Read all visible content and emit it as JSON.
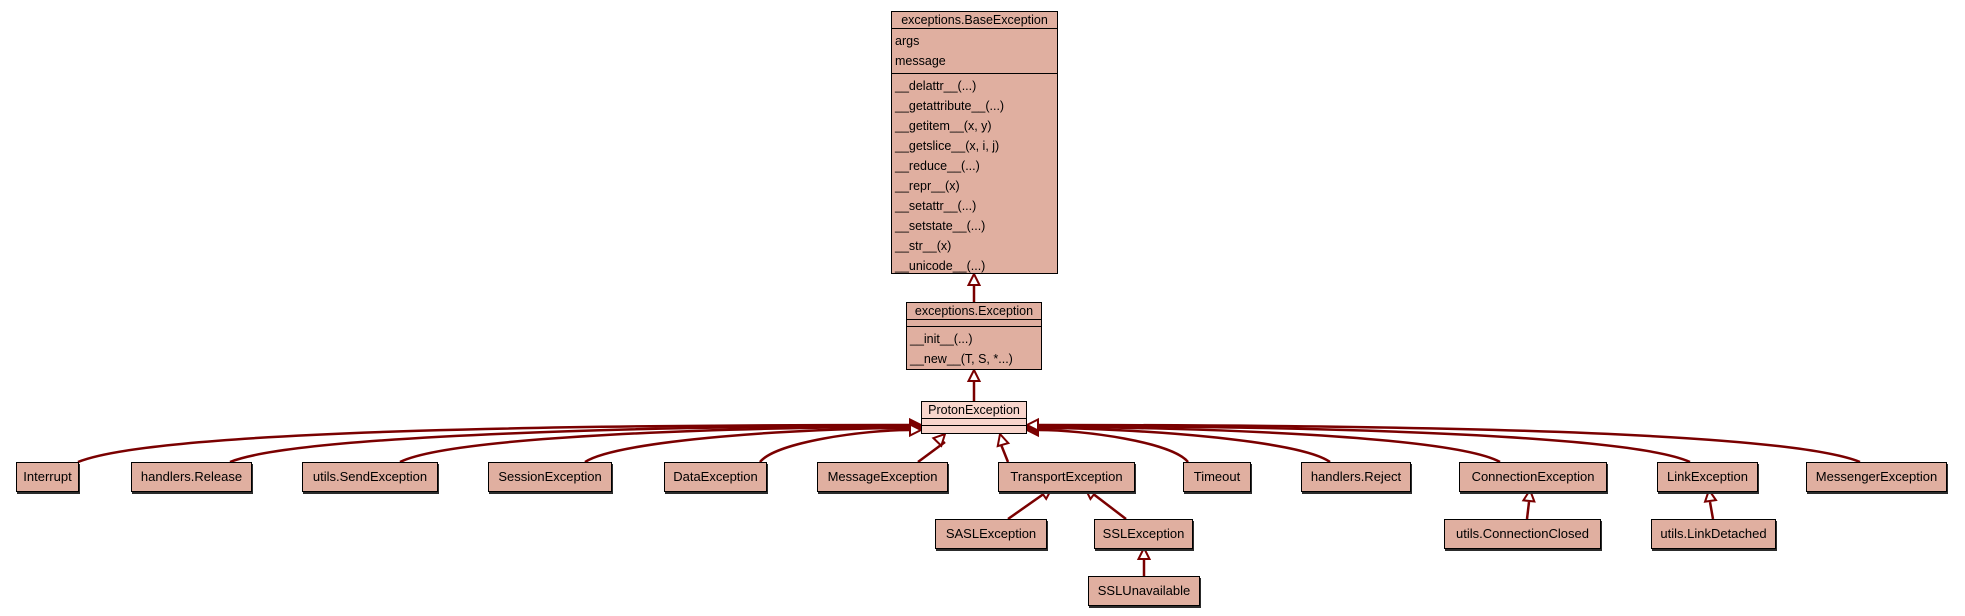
{
  "base": {
    "title": "exceptions.BaseException",
    "attributes": [
      "args",
      "message"
    ],
    "methods": [
      "__delattr__(...)",
      "__getattribute__(...)",
      "__getitem__(x, y)",
      "__getslice__(x, i, j)",
      "__reduce__(...)",
      "__repr__(x)",
      "__setattr__(...)",
      "__setstate__(...)",
      "__str__(x)",
      "__unicode__(...)"
    ]
  },
  "exception": {
    "title": "exceptions.Exception",
    "methods": [
      "__init__(...)",
      "__new__(T, S, *...)"
    ]
  },
  "proton": {
    "title": "ProtonException"
  },
  "level1": [
    "Interrupt",
    "handlers.Release",
    "utils.SendException",
    "SessionException",
    "DataException",
    "MessageException",
    "TransportException",
    "Timeout",
    "handlers.Reject",
    "ConnectionException",
    "LinkException",
    "MessengerException"
  ],
  "level2": [
    "SASLException",
    "SSLException",
    "utils.ConnectionClosed",
    "utils.LinkDetached"
  ],
  "level3": [
    "SSLUnavailable"
  ],
  "colors": {
    "node_fill": "#e0afa0",
    "highlight_fill": "#f8d5cc",
    "edge": "#7a0000",
    "border": "#000000"
  }
}
